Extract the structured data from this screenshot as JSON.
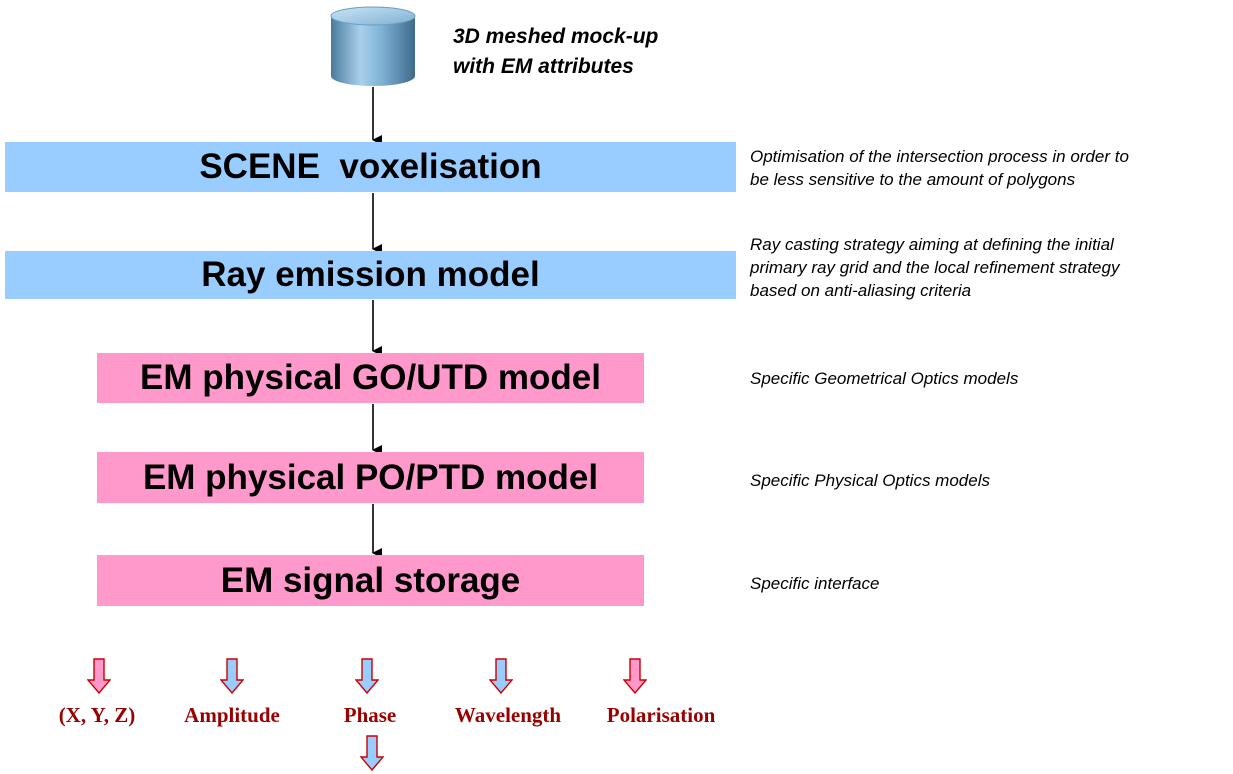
{
  "source": {
    "icon": "database-cylinder-icon",
    "caption": "3D meshed mock-up\nwith EM attributes"
  },
  "steps": [
    {
      "label": "SCENE  voxelisation",
      "color": "#99ccff",
      "note": "Optimisation of the intersection process in order to\nbe less sensitive to the amount of polygons"
    },
    {
      "label": "Ray emission model",
      "color": "#99ccff",
      "note": "Ray casting strategy aiming at defining the initial\nprimary ray grid and the local refinement strategy\nbased on anti-aliasing criteria"
    },
    {
      "label": "EM physical GO/UTD model",
      "color": "#ff99cc",
      "note": "Specific Geometrical Optics models"
    },
    {
      "label": "EM physical PO/PTD model",
      "color": "#ff99cc",
      "note": "Specific Physical Optics models"
    },
    {
      "label": "EM signal storage",
      "color": "#ff99cc",
      "note": "Specific interface"
    }
  ],
  "outputs": [
    {
      "label": "(X, Y, Z)",
      "arrow_color": "#ff99cc"
    },
    {
      "label": "Amplitude",
      "arrow_color": "#99ccff"
    },
    {
      "label": "Phase",
      "arrow_color": "#99ccff"
    },
    {
      "label": "Wavelength",
      "arrow_color": "#99ccff"
    },
    {
      "label": "Polarisation",
      "arrow_color": "#ff99cc"
    }
  ],
  "extra_output_arrow_color": "#99ccff",
  "output_label_color": "#990000"
}
